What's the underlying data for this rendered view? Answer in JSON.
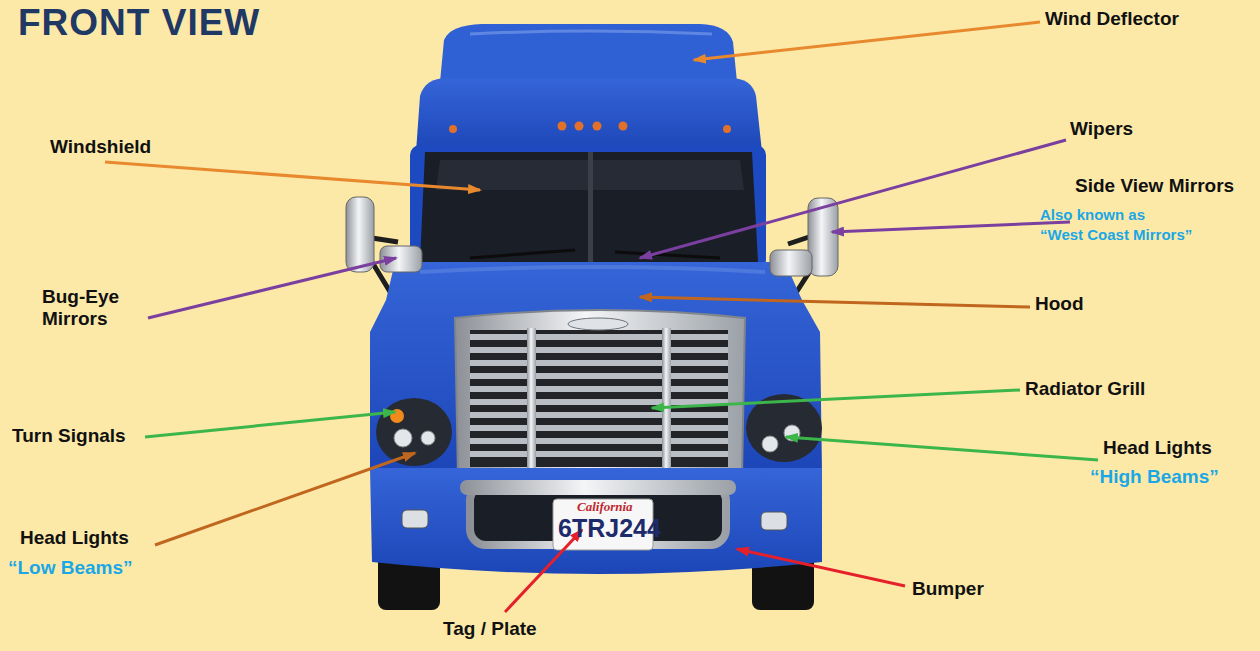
{
  "diagram": {
    "title": "FRONT VIEW",
    "labels": [
      "Wind Deflector",
      "Windshield",
      "Wipers",
      "Side View Mirrors",
      "Also known as",
      "“West Coast Mirrors”",
      "Bug-Eye Mirrors",
      "Hood",
      "Radiator Grill",
      "Turn Signals",
      "Head Lights",
      "“High Beams”",
      "Head Lights",
      "“Low Beams”",
      "Bumper",
      "Tag / Plate",
      "California",
      "6TRJ244"
    ]
  }
}
